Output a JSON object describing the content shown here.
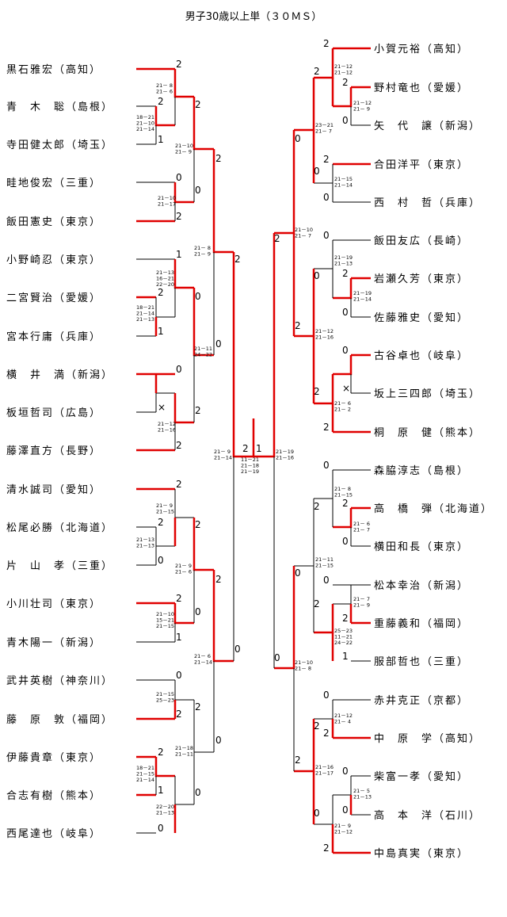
{
  "title": "男子30歳以上単（３０ＭＳ）",
  "colors": {
    "winner": "#e00000",
    "line": "#000000"
  },
  "left_players": [
    "黒石雅宏（高知）",
    "青　木　聡（島根）",
    "寺田健太郎（埼玉）",
    "畦地俊宏（三重）",
    "飯田憲史（東京）",
    "小野崎忍（東京）",
    "二宮賢治（愛媛）",
    "宮本行庸（兵庫）",
    "横　井　満（新潟）",
    "板垣哲司（広島）",
    "藤澤直方（長野）",
    "清水誠司（愛知）",
    "松尾必勝（北海道）",
    "片　山　孝（三重）",
    "小川壮司（東京）",
    "青木陽一（新潟）",
    "武井英樹（神奈川）",
    "藤　原　敦（福岡）",
    "伊藤貴章（東京）",
    "合志有樹（熊本）",
    "西尾達也（岐阜）"
  ],
  "right_players": [
    "小賀元裕（高知）",
    "野村竜也（愛媛）",
    "矢　代　譲（新潟）",
    "合田洋平（東京）",
    "西　村　哲（兵庫）",
    "飯田友広（長崎）",
    "岩瀬久芳（東京）",
    "佐藤雅史（愛知）",
    "古谷卓也（岐阜）",
    "坂上三四郎（埼玉）",
    "桐　原　健（熊本）",
    "森脇淳志（島根）",
    "高　橋　弾（北海道）",
    "横田和長（東京）",
    "松本幸治（新潟）",
    "重藤義和（福岡）",
    "服部哲也（三重）",
    "赤井克正（京都）",
    "中　原　学（高知）",
    "柴富一孝（愛知）",
    "高　本　洋（石川）",
    "中島真実（東京）"
  ],
  "left_games": [
    "2",
    "2",
    "1",
    "0",
    "2",
    "1",
    "2",
    "1",
    "0",
    "×",
    "2",
    "2",
    "2",
    "0",
    "2",
    "1",
    "0",
    "2",
    "2",
    "1",
    "0"
  ],
  "right_games": [
    "2",
    "2",
    "0",
    "2",
    "0",
    "0",
    "2",
    "0",
    "0",
    "×",
    "2",
    "0",
    "2",
    "0",
    "0",
    "2",
    "1",
    "0",
    "2",
    "0",
    "0",
    "2"
  ],
  "round_games": [
    "2",
    "0",
    "2",
    "0",
    "0",
    "2",
    "0",
    "2",
    "2",
    "0",
    "0",
    "2",
    "2",
    "0",
    "2",
    "0",
    "2",
    "0",
    "0",
    "2",
    "2",
    "0",
    "0",
    "2",
    "2",
    "0",
    "0",
    "2",
    "2",
    "0",
    "2",
    "0",
    "0",
    "2",
    "2",
    "2",
    "2",
    "0",
    "0",
    "2",
    "2",
    "0",
    "0",
    "0",
    "2",
    "0",
    "2"
  ],
  "scores": [
    "21－ 8\n21－ 6",
    "18－21\n21－10\n21－14",
    "21－10\n21－ 9",
    "21－10\n21－17",
    "21－ 8\n21－ 9",
    "21－13\n16－21\n22－20",
    "18－21\n21－14\n21－13",
    "21－11\n24－22",
    "21－12\n21－16",
    "21－ 9\n21－14",
    "21－ 9\n21－15",
    "21－13\n21－13",
    "21－ 9\n21－ 6",
    "21－10\n15－21\n21－15",
    "21－ 6\n21－14",
    "21－15\n25－23",
    "21－18\n21－11",
    "18－21\n21－15\n21－14",
    "22－20\n21－13",
    "11－21\n21－18\n21－19",
    "21－19\n21－16",
    "21－12\n21－12",
    "23－21\n21－ 7",
    "21－12\n21－ 9",
    "21－15\n21－14",
    "21－10\n21－ 7",
    "21－19\n21－13",
    "21－19\n21－14",
    "21－12\n21－16",
    "21－ 6\n21－ 2",
    "21－ 8\n21－15",
    "21－ 6\n21－ 7",
    "21－11\n21－15",
    "21－ 7\n21－ 9",
    "25－23\n11－21\n24－22",
    "21－10\n21－ 8",
    "21－12\n21－ 4",
    "21－16\n21－17",
    "21－ 5\n21－13",
    "21－ 9\n21－12"
  ],
  "final_games": [
    "2",
    "1"
  ]
}
